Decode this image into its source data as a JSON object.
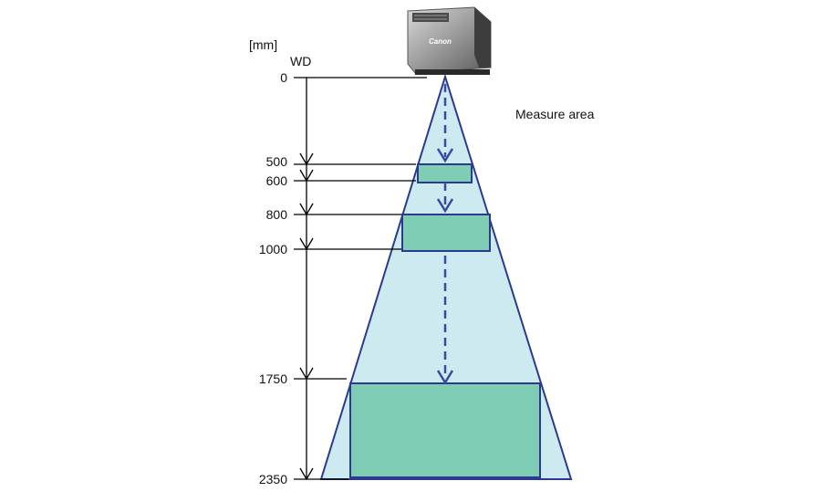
{
  "diagram": {
    "unit_label": "[mm]",
    "axis_label": "WD",
    "measure_label": "Measure area",
    "camera_brand": "Canon",
    "wd_ticks": [
      "0",
      "500",
      "600",
      "800",
      "1000",
      "1750",
      "2350"
    ],
    "colors": {
      "cone_fill": "#cdeaf0",
      "area_fill": "#7ecdb4",
      "outline": "#2b3a8f",
      "arrow": "#3a4aa0",
      "line": "#000000"
    }
  }
}
